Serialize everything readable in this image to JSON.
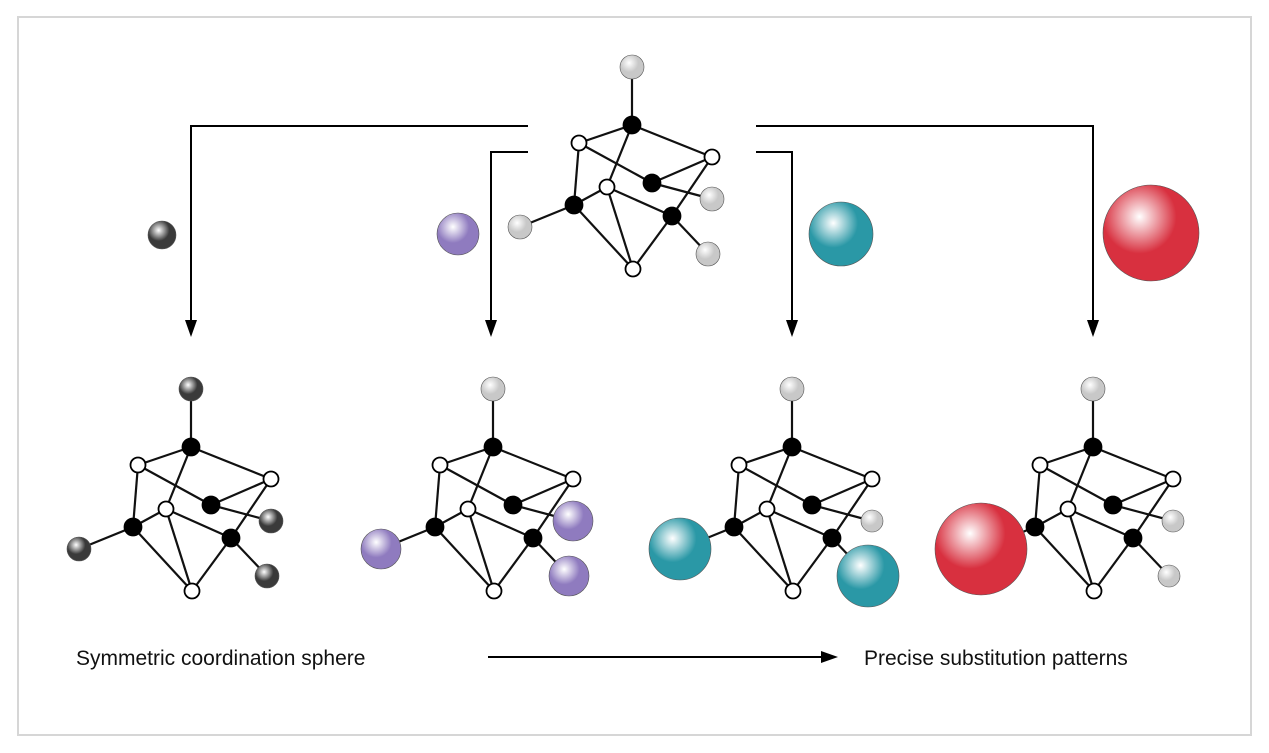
{
  "captions": {
    "left": "Symmetric coordination sphere",
    "right": "Precise substitution patterns"
  },
  "colors": {
    "bond": "#111111",
    "core_atom": "#000000",
    "open_atom": "#ffffff",
    "ligand_light": "#c8c8c8",
    "ligand_dark": "#3a3a3a",
    "ligand_purple": "#8f7bbf",
    "ligand_teal": "#2a98a6",
    "ligand_red": "#d8303f"
  },
  "reagent_spheres": [
    {
      "name": "dark-small-reagent",
      "color": "ligand_dark"
    },
    {
      "name": "purple-reagent",
      "color": "ligand_purple"
    },
    {
      "name": "teal-reagent",
      "color": "ligand_teal"
    },
    {
      "name": "red-large-reagent",
      "color": "ligand_red"
    }
  ]
}
